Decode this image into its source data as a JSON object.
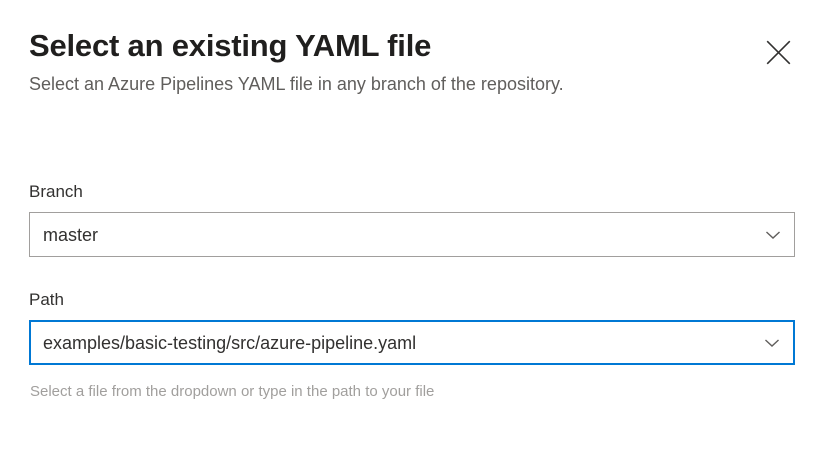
{
  "dialog": {
    "title": "Select an existing YAML file",
    "subtitle": "Select an Azure Pipelines YAML file in any branch of the repository.",
    "close_icon": "close-icon",
    "close_label": "Close"
  },
  "form": {
    "branch": {
      "label": "Branch",
      "value": "master",
      "placeholder": "",
      "chevron_icon": "chevron-down-icon",
      "focused": false
    },
    "path": {
      "label": "Path",
      "value": "examples/basic-testing/src/azure-pipeline.yaml",
      "placeholder": "",
      "chevron_icon": "chevron-down-icon",
      "focused": true,
      "helper_text": "Select a file from the dropdown or type in the path to your file"
    }
  },
  "colors": {
    "accent": "#0078d4",
    "border": "#a19f9d",
    "text_primary": "#323130",
    "title": "#201f1e",
    "text_secondary": "#605e5c",
    "text_tertiary": "#a19f9d",
    "background": "#ffffff"
  }
}
